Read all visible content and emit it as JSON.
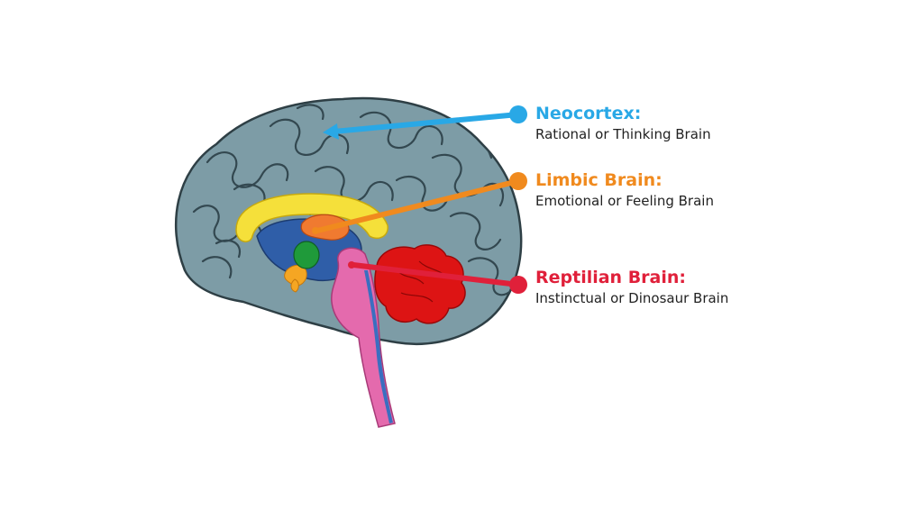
{
  "colors": {
    "neocortex": "#29a8e6",
    "limbic": "#f08a1e",
    "reptilian": "#e0203a",
    "cortex_fill": "#7a9aa5",
    "cortex_dark": "#3e545c",
    "cerebellum": "#e01212",
    "brainstem": "#e56fb0"
  },
  "labels": {
    "neocortex": {
      "title": "Neocortex:",
      "description": "Rational or Thinking Brain"
    },
    "limbic": {
      "title": "Limbic Brain:",
      "description": "Emotional or Feeling Brain"
    },
    "reptilian": {
      "title": "Reptilian Brain:",
      "description": "Instinctual or Dinosaur Brain"
    }
  }
}
